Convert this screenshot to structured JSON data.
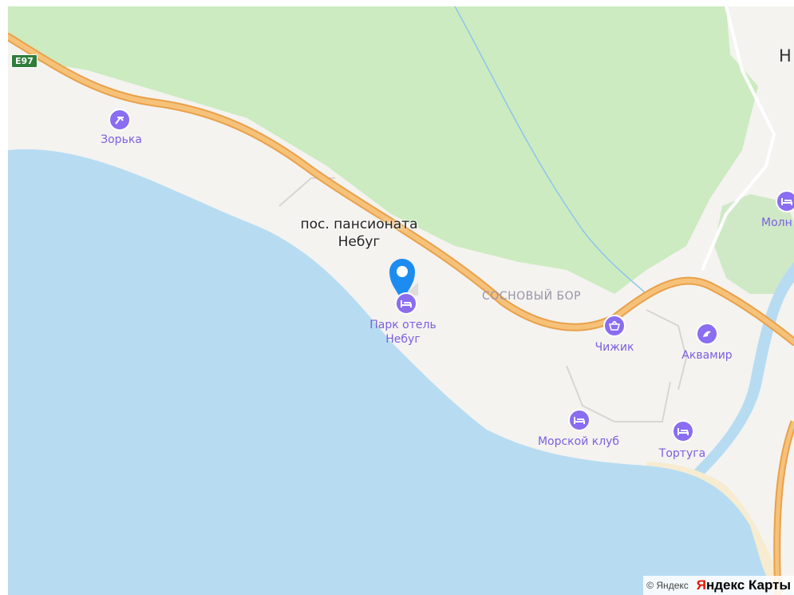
{
  "map": {
    "road_shield": "E97",
    "settlement": "пос. пансионата Небуг",
    "settlement_line1": "пос. пансионата",
    "settlement_line2": "Небуг",
    "district": "СОСНОВЫЙ БОР",
    "city_partial": "Н",
    "colors": {
      "sea": "#b7dcf2",
      "land": "#f4f3f0",
      "forest": "#ccebc0",
      "highway": "#f2b15a",
      "poi": "#8a6df0",
      "pin": "#1d8cf0"
    },
    "pois": [
      {
        "name": "Зорька",
        "icon": "beach-icon"
      },
      {
        "name_line1": "Парк отель",
        "name_line2": "Небуг",
        "icon": "hotel-icon"
      },
      {
        "name": "Чижик",
        "icon": "shop-basket-icon"
      },
      {
        "name": "Аквамир",
        "icon": "dolphin-icon"
      },
      {
        "name": "Морской клуб",
        "icon": "hotel-icon"
      },
      {
        "name": "Тортуга",
        "icon": "hotel-icon"
      },
      {
        "name": "Молн",
        "icon": "hotel-icon"
      }
    ]
  },
  "footer": {
    "copyright": "© Яндекс",
    "brand_y": "Я",
    "brand_rest": "ндекс Карты"
  }
}
